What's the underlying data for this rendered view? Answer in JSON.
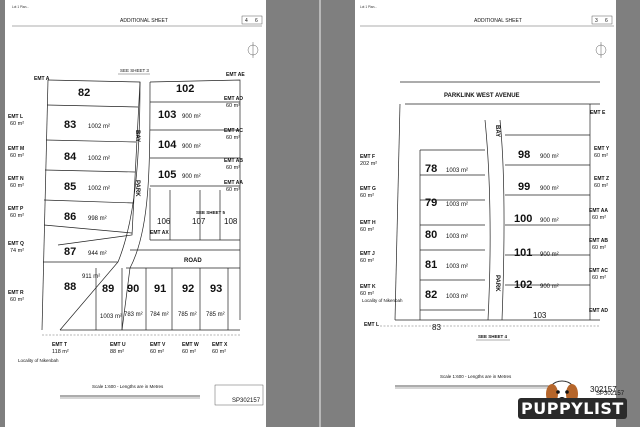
{
  "sheets": [
    {
      "side": "left",
      "title": "ADDITIONAL SHEET",
      "sheet_no": "4",
      "sheet_of": "6",
      "plan_no": "SP302157",
      "see_top": "SEE SHEET 3",
      "see_mid": "SEE SHEET 5",
      "locality": "Locality of Nikenbah",
      "scale": "Scale 1:600 - Lengths are in Metres",
      "road_bay": "BAY",
      "road_park": "PARK",
      "road_name": "ROAD",
      "lots": [
        {
          "no": "82",
          "area": ""
        },
        {
          "no": "83",
          "area": "1002 m²"
        },
        {
          "no": "84",
          "area": "1002 m²"
        },
        {
          "no": "85",
          "area": "1002 m²"
        },
        {
          "no": "86",
          "area": "998 m²"
        },
        {
          "no": "87",
          "area": "944 m²"
        },
        {
          "no": "88",
          "area": "911 m²"
        },
        {
          "no": "89",
          "area": "1003 m²"
        },
        {
          "no": "90",
          "area": "783 m²"
        },
        {
          "no": "91",
          "area": "784 m²"
        },
        {
          "no": "92",
          "area": "785 m²"
        },
        {
          "no": "93",
          "area": "785 m²"
        },
        {
          "no": "102",
          "area": ""
        },
        {
          "no": "103",
          "area": "900 m²"
        },
        {
          "no": "104",
          "area": "900 m²"
        },
        {
          "no": "105",
          "area": "900 m²"
        },
        {
          "no": "106",
          "area": ""
        },
        {
          "no": "107",
          "area": ""
        },
        {
          "no": "108",
          "area": ""
        }
      ],
      "easements": [
        {
          "name": "EMT A",
          "area": ""
        },
        {
          "name": "EMT L",
          "area": "60 m²"
        },
        {
          "name": "EMT M",
          "area": "60 m²"
        },
        {
          "name": "EMT N",
          "area": "60 m²"
        },
        {
          "name": "EMT P",
          "area": "60 m²"
        },
        {
          "name": "EMT Q",
          "area": "74 m²"
        },
        {
          "name": "EMT R",
          "area": "60 m²"
        },
        {
          "name": "EMT T",
          "area": "118 m²"
        },
        {
          "name": "EMT U",
          "area": "88 m²"
        },
        {
          "name": "EMT V",
          "area": "60 m²"
        },
        {
          "name": "EMT W",
          "area": "60 m²"
        },
        {
          "name": "EMT X",
          "area": "60 m²"
        },
        {
          "name": "EMT AD",
          "area": "60 m²"
        },
        {
          "name": "EMT AC",
          "area": "60 m²"
        },
        {
          "name": "EMT AB",
          "area": "60 m²"
        },
        {
          "name": "EMT AA",
          "area": "60 m²"
        },
        {
          "name": "EMT AE",
          "area": ""
        },
        {
          "name": "EMT AX",
          "area": ""
        }
      ]
    },
    {
      "side": "right",
      "title": "ADDITIONAL SHEET",
      "sheet_no": "3",
      "sheet_of": "6",
      "plan_no": "SP302157",
      "see_bottom": "SEE SHEET 4",
      "locality": "Locality of Nikenbah",
      "scale": "Scale 1:600 - Lengths are in Metres",
      "road_avenue": "PARKLINK  WEST  AVENUE",
      "road_bay": "BAY",
      "road_park": "PARK",
      "lots": [
        {
          "no": "78",
          "area": "1003 m²"
        },
        {
          "no": "79",
          "area": "1003 m²"
        },
        {
          "no": "80",
          "area": "1003 m²"
        },
        {
          "no": "81",
          "area": "1003 m²"
        },
        {
          "no": "82",
          "area": "1003 m²"
        },
        {
          "no": "83",
          "area": ""
        },
        {
          "no": "98",
          "area": "900 m²"
        },
        {
          "no": "99",
          "area": "900 m²"
        },
        {
          "no": "100",
          "area": "900 m²"
        },
        {
          "no": "101",
          "area": "900 m²"
        },
        {
          "no": "102",
          "area": "900 m²"
        },
        {
          "no": "103",
          "area": ""
        }
      ],
      "easements": [
        {
          "name": "EMT F",
          "area": "202 m²"
        },
        {
          "name": "EMT G",
          "area": "60 m²"
        },
        {
          "name": "EMT H",
          "area": "60 m²"
        },
        {
          "name": "EMT J",
          "area": "60 m²"
        },
        {
          "name": "EMT K",
          "area": "60 m²"
        },
        {
          "name": "EMT L",
          "area": ""
        },
        {
          "name": "EMT Y",
          "area": "60 m²"
        },
        {
          "name": "EMT Z",
          "area": "60 m²"
        },
        {
          "name": "EMT AA",
          "area": "60 m²"
        },
        {
          "name": "EMT AB",
          "area": "60 m²"
        },
        {
          "name": "EMT AC",
          "area": "60 m²"
        },
        {
          "name": "EMT AD",
          "area": ""
        },
        {
          "name": "EMT E",
          "area": ""
        }
      ]
    }
  ],
  "watermark": {
    "brand": "PUPPYLIST",
    "partial_plan_no": "302157"
  }
}
